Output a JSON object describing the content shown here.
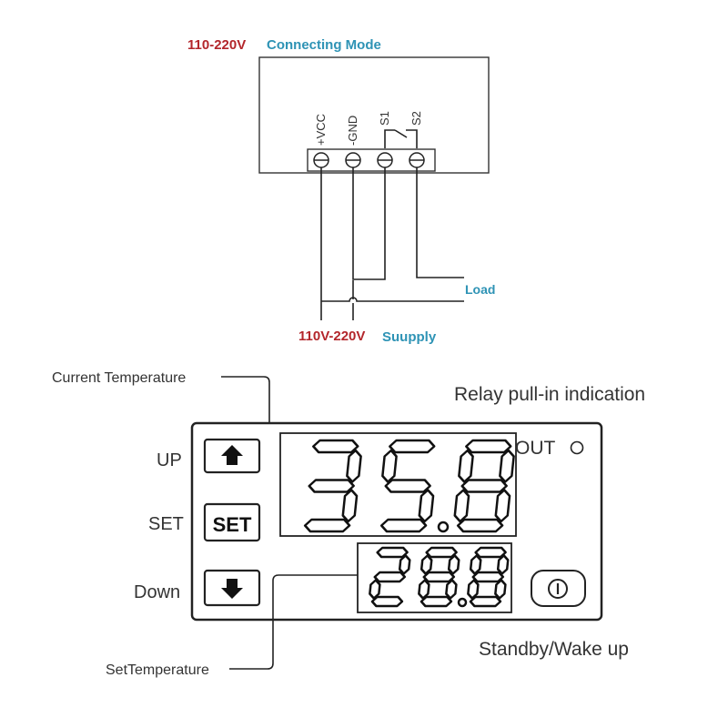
{
  "wiring": {
    "title_voltage": "110-220V",
    "title_mode": "Connecting Mode",
    "terminals": [
      "+VCC",
      "-GND",
      "S1",
      "S2"
    ],
    "load_label": "Load",
    "supply_voltage": "110V-220V",
    "supply_label": "Suupply"
  },
  "panel": {
    "current_temperature_label": "Current Temperature",
    "relay_label": "Relay pull-in indication",
    "out_label": "OUT",
    "up_label": "UP",
    "set_label": "SET",
    "down_label": "Down",
    "set_button": "SET",
    "standby_label": "Standby/Wake up",
    "set_temperature_label": "SetTemperature",
    "current_reading": "35.8",
    "set_reading": "28.8"
  }
}
